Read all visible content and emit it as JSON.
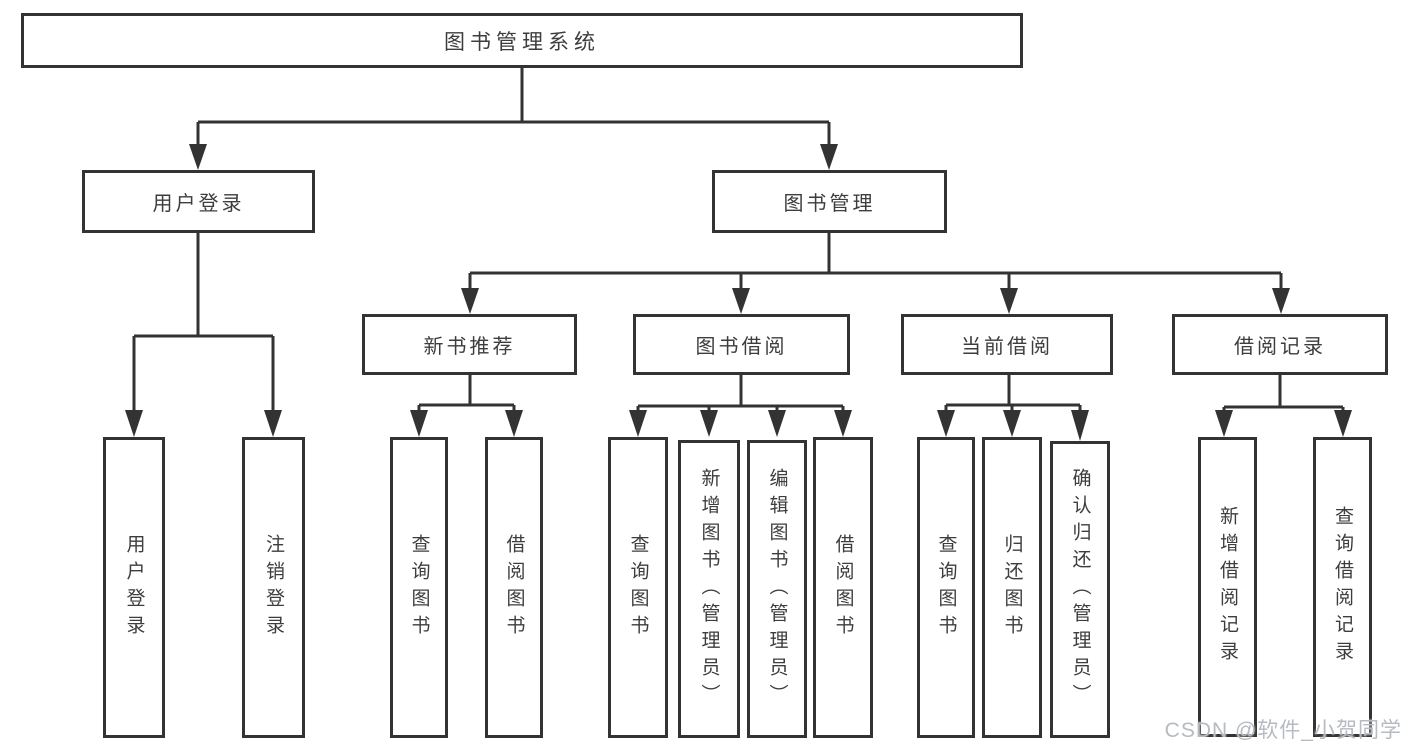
{
  "diagram": {
    "type": "hierarchy-tree",
    "title": "图书管理系统"
  },
  "colors": {
    "background": "#ffffff",
    "line": "#333333",
    "box_border": "#333333",
    "text": "#3d3d3d",
    "watermark": "#b6bac1"
  },
  "nodes": {
    "root": {
      "label": "图书管理系统"
    },
    "level2": {
      "user_login": {
        "label": "用户登录"
      },
      "book_management": {
        "label": "图书管理"
      }
    },
    "level3": {
      "new_book_recommend": {
        "label": "新书推荐"
      },
      "book_borrowing": {
        "label": "图书借阅"
      },
      "current_borrowing": {
        "label": "当前借阅"
      },
      "borrowing_records": {
        "label": "借阅记录"
      }
    },
    "leaves": {
      "user_login": {
        "label": "用户登录"
      },
      "logout": {
        "label": "注销登录"
      },
      "query_books_recommend": {
        "label": "查询图书"
      },
      "borrow_books_recommend": {
        "label": "借阅图书"
      },
      "query_books_borrowing": {
        "label": "查询图书"
      },
      "add_books_admin": {
        "label": "新增图书（管理员）"
      },
      "edit_books_admin": {
        "label": "编辑图书（管理员）"
      },
      "borrow_books_borrowing": {
        "label": "借阅图书"
      },
      "query_books_current": {
        "label": "查询图书"
      },
      "return_books": {
        "label": "归还图书"
      },
      "confirm_return_admin": {
        "label": "确认归还（管理员）"
      },
      "add_borrow_record": {
        "label": "新增借阅记录"
      },
      "query_borrow_record": {
        "label": "查询借阅记录"
      }
    }
  },
  "hierarchy": {
    "图书管理系统": {
      "用户登录": [
        "用户登录",
        "注销登录"
      ],
      "图书管理": {
        "新书推荐": [
          "查询图书",
          "借阅图书"
        ],
        "图书借阅": [
          "查询图书",
          "新增图书（管理员）",
          "编辑图书（管理员）",
          "借阅图书"
        ],
        "当前借阅": [
          "查询图书",
          "归还图书",
          "确认归还（管理员）"
        ],
        "借阅记录": [
          "新增借阅记录",
          "查询借阅记录"
        ]
      }
    }
  },
  "watermark": {
    "text": "CSDN @软件_小贺同学"
  }
}
